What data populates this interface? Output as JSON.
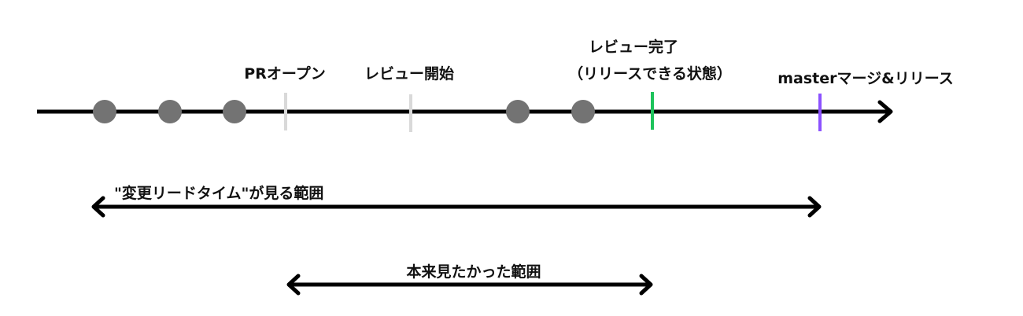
{
  "timeline": {
    "labels": {
      "pr_open": "PRオープン",
      "review_start": "レビュー開始",
      "review_done_line1": "レビュー完了",
      "review_done_line2": "（リリースできる状態）",
      "merge_release": "masterマージ&リリース"
    },
    "commit_count": 5
  },
  "ranges": {
    "lead_time_label": "\"変更リードタイム\"が見る範囲",
    "intended_label": "本来見たかった範囲"
  },
  "colors": {
    "commit": "#737373",
    "pr_tick": "#d9d9d9",
    "review_done": "#1ec35c",
    "merge": "#8c52ff",
    "line": "#000000"
  }
}
